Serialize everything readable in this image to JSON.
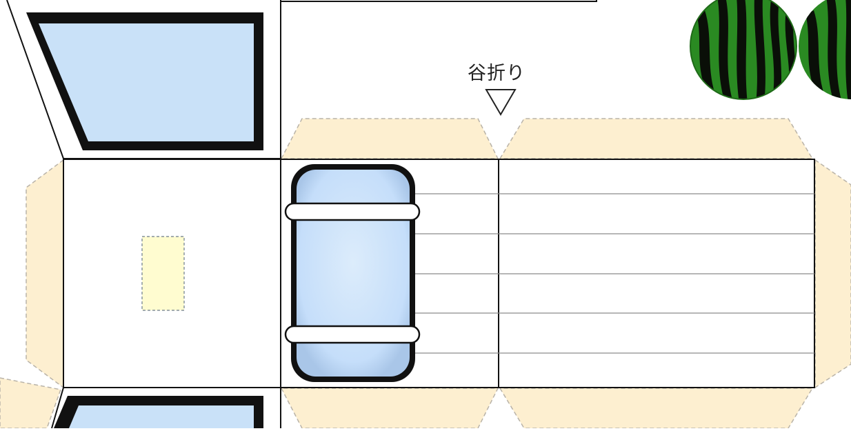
{
  "sheet": {
    "fold_label": "谷折り",
    "colors": {
      "glue_tab": "#fdefd0",
      "glue_tab_border": "#b9b3a8",
      "window_glass": "#c9e1f8",
      "window_frame": "#111111",
      "glue_spot": "#fffcd0",
      "watermelon_rind": "#2a8a22",
      "watermelon_stripe": "#0a0f08",
      "outline": "#111111",
      "rule_line": "#8a8a8a"
    },
    "icons": {
      "fold_marker": "down-triangle-outline",
      "decoration": "watermelon"
    }
  }
}
